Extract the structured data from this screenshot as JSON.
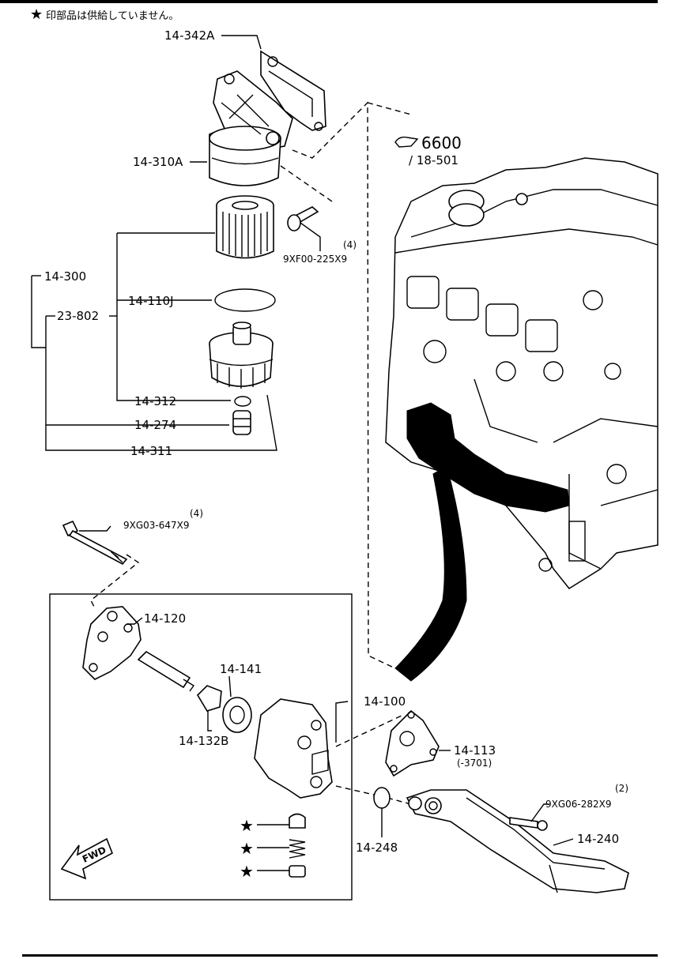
{
  "header": {
    "note_symbol": "★",
    "note_text": "印部品は供給していません。"
  },
  "labels": {
    "p14_342A": "14-342A",
    "p14_310A": "14-310A",
    "ref_6600": "6600",
    "ref_18_501": "/ 18-501",
    "qty_4_a": "(4)",
    "p9XF00": "9XF00-225X9",
    "p14_300": "14-300",
    "p23_802": "23-802",
    "p14_110J": "14-110J",
    "p14_312": "14-312",
    "p14_274": "14-274",
    "p14_311": "14-311",
    "qty_4_b": "(4)",
    "p9XG03": "9XG03-647X9",
    "p14_120": "14-120",
    "p14_141": "14-141",
    "p14_132B": "14-132B",
    "p14_100": "14-100",
    "p14_113": "14-113",
    "p14_113_note": "(-3701)",
    "qty_2": "(2)",
    "p9XG06": "9XG06-282X9",
    "p14_248": "14-248",
    "p14_240": "14-240",
    "fwd": "FWD"
  },
  "icons": [
    "star-icon",
    "fwd-arrow-icon",
    "reference-hand-icon"
  ]
}
